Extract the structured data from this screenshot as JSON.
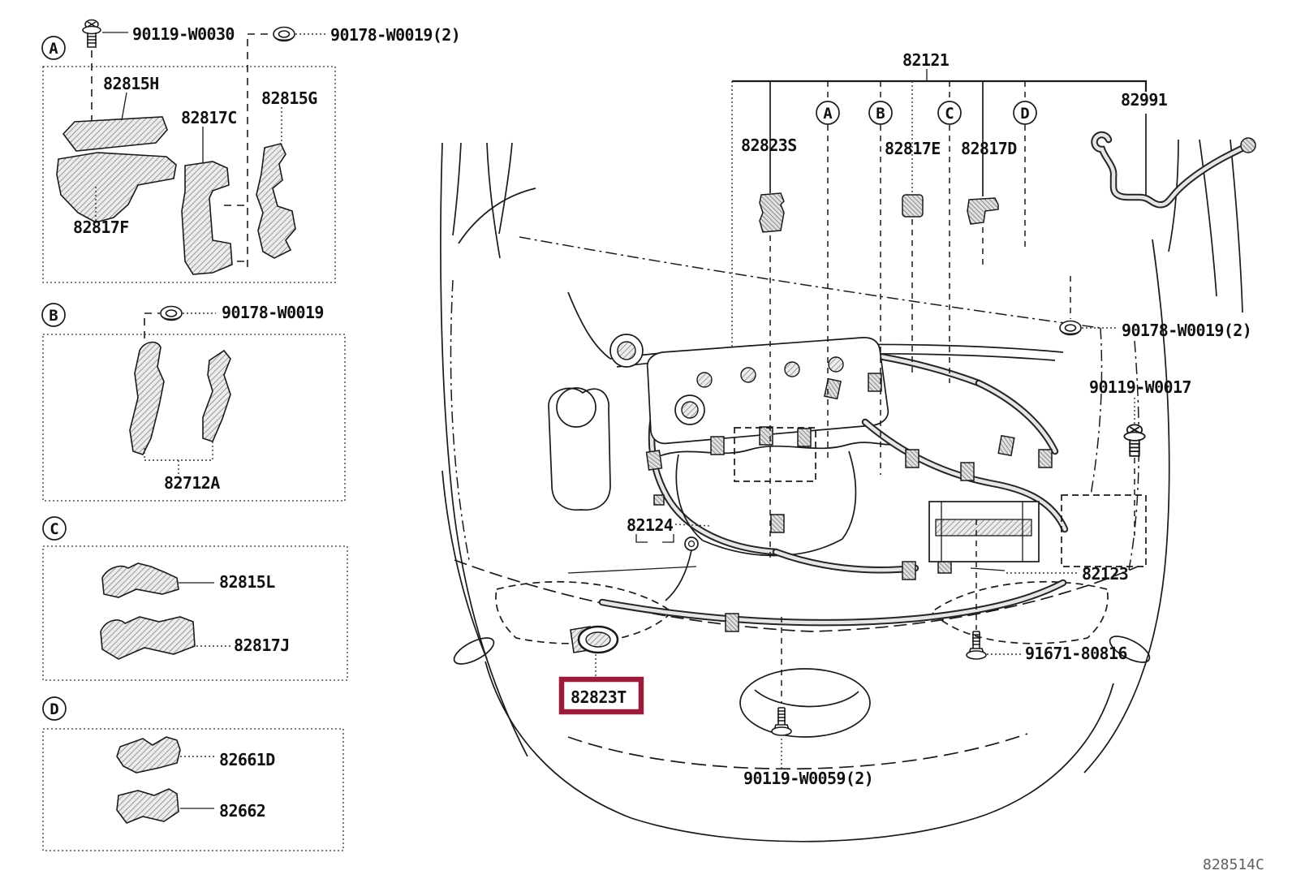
{
  "doc": {
    "code": "828514C"
  },
  "highlight": {
    "color": "#9b1c3a"
  },
  "insets": [
    {
      "id": "A",
      "fasteners": [
        {
          "label": "90119-W0030",
          "type": "screw"
        },
        {
          "label": "90178-W0019(2)",
          "type": "grommet-nut"
        }
      ],
      "box_parts": [
        {
          "label": "82815H"
        },
        {
          "label": "82817C"
        },
        {
          "label": "82815G"
        },
        {
          "label": "82817F"
        }
      ]
    },
    {
      "id": "B",
      "fasteners": [
        {
          "label": "90178-W0019",
          "type": "grommet-nut"
        }
      ],
      "box_parts": [
        {
          "label": "82712A"
        }
      ]
    },
    {
      "id": "C",
      "fasteners": [],
      "box_parts": [
        {
          "label": "82815L"
        },
        {
          "label": "82817J"
        }
      ]
    },
    {
      "id": "D",
      "fasteners": [],
      "box_parts": [
        {
          "label": "82661D"
        },
        {
          "label": "82662"
        }
      ]
    }
  ],
  "main": {
    "assembly": {
      "label": "82121"
    },
    "callouts": [
      {
        "id": "A"
      },
      {
        "id": "B"
      },
      {
        "id": "C"
      },
      {
        "id": "D"
      }
    ],
    "parts": [
      {
        "label": "82823S"
      },
      {
        "label": "82817E"
      },
      {
        "label": "82817D"
      },
      {
        "label": "82991"
      },
      {
        "label": "82124"
      },
      {
        "label": "82123"
      }
    ],
    "fasteners": [
      {
        "label": "90178-W0019(2)",
        "type": "grommet-nut"
      },
      {
        "label": "90119-W0017",
        "type": "screw"
      },
      {
        "label": "91671-80816",
        "type": "screw"
      },
      {
        "label": "90119-W0059(2)",
        "type": "screw"
      }
    ],
    "highlighted_part": {
      "label": "82823T"
    }
  }
}
